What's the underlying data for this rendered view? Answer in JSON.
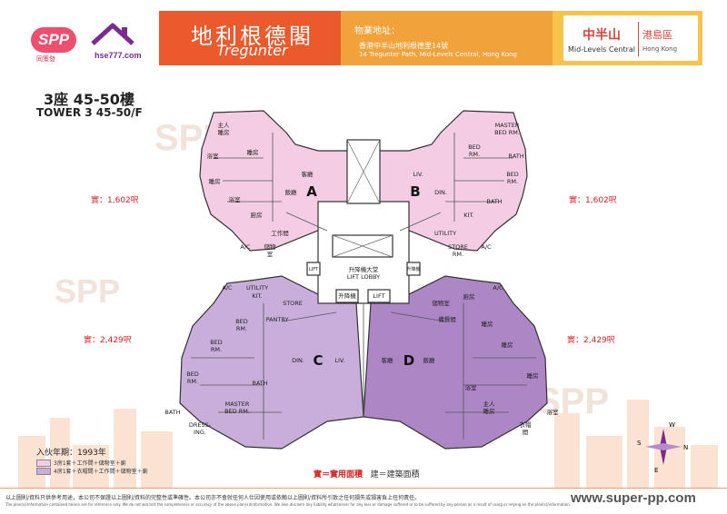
{
  "branding": {
    "spp_logo": "SPP",
    "spp_sub": "同策發",
    "hse_logo": "hse777.com"
  },
  "estate": {
    "name_cn": "地利根德閣",
    "name_en": "Tregunter"
  },
  "address": {
    "label": "物業地址：",
    "cn": "香港中半山地利根德里14號",
    "en": "14 Tregunter Path, Mid-Levels Central, Hong Kong"
  },
  "district": {
    "cn": "中半山",
    "en": "Mid-Levels Central",
    "region_cn": "港島區",
    "region_en": "Hong Kong"
  },
  "tower": {
    "cn": "3座 45-50樓",
    "en": "TOWER 3 45-50/F"
  },
  "areas": {
    "a": "實：1,602呎",
    "b": "實：1,602呎",
    "c": "實：2,429呎",
    "d": "實：2,429呎"
  },
  "units": {
    "a": "A",
    "b": "B",
    "c": "C",
    "d": "D"
  },
  "rooms": {
    "master_cn": "主人",
    "master_cn2": "睡房",
    "bedroom_cn": "睡房",
    "bath_cn": "浴室",
    "living_cn": "客廳",
    "dining_cn": "飯廳",
    "kitchen_cn": "廚房",
    "work_cn": "工作間",
    "store_cn": "儲物室",
    "store_cn_a": "儲物",
    "store_cn_b": "室",
    "ac": "A/C",
    "master_en": "MASTER",
    "master_en2": "BED RM.",
    "bed_en": "BED",
    "bed_en2": "RM.",
    "bath_en": "BATH",
    "liv_en": "LIV.",
    "din_en": "DIN.",
    "kit_en": "KIT.",
    "utility_en": "UTILITY",
    "store_en": "STORE",
    "store_en2": "RM.",
    "pantry_en": "PANTRY",
    "dressing_en": "DRESS-",
    "dressing_en2": "ING.",
    "lift": "LIFT",
    "lift_cn": "升降機",
    "lobby_cn": "升降機大堂",
    "lobby_en": "LIFT LOBBY",
    "cloak_cn": "衣帽",
    "cloak_cn2": "間",
    "pantry_cn": "備餐間"
  },
  "legend": {
    "year": "入伙年期：1993年",
    "row1": "3房1套＋工作間＋儲物室＋廁",
    "row2": "4房1套＋衣帽間＋工作間＋儲物室＋廁",
    "key_sale": "實＝實用面積",
    "key_build": "建＝建築面積"
  },
  "compass": {
    "n": "N",
    "s": "S",
    "e": "E",
    "w": "W"
  },
  "footer": {
    "disclaimer_cn": "以上圖則/資料只供參考用途，本公司不保證以上圖則/資料的完整性或準確性。本公司亦不會就任何人仕因使用或依賴以上圖則/資料所引致之任何損失或損害負上任何責任。",
    "disclaimer_en": "The plan(s)/information contained herein are for reference only. We do not warrant the completeness or accuracy of the above plan(s)/information. We also disclaim any liability whatsoever for any loss or damage suffered or to be suffered by any person as a result of using or relying on the plan(s)/information.",
    "website": "www.super-pp.com"
  },
  "colors": {
    "unit_ab": "#f4cde4",
    "unit_c": "#c9addb",
    "unit_d": "#ad86c6",
    "accent": "#ea5a2d",
    "area_text": "#d8221f"
  }
}
